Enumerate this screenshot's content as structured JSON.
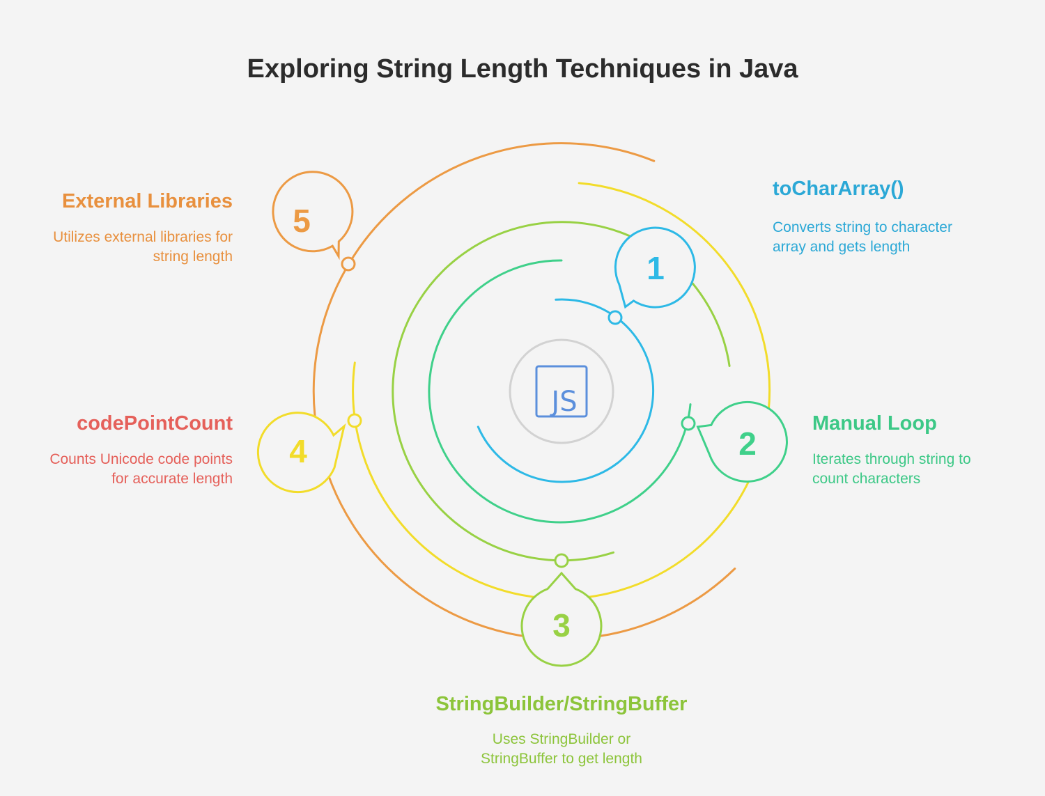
{
  "title": "Exploring String Length Techniques in Java",
  "center": {
    "icon": "javascript-file-icon",
    "icon_text": "JS"
  },
  "items": [
    {
      "number": "1",
      "title": "toCharArray()",
      "description": "Converts string to character array and gets length",
      "color": "#2db9e6",
      "text_color": "#2ba8d6"
    },
    {
      "number": "2",
      "title": "Manual Loop",
      "description": "Iterates through string to count characters",
      "color": "#3fd08a",
      "text_color": "#3cc886"
    },
    {
      "number": "3",
      "title": "StringBuilder/StringBuffer",
      "description": "Uses StringBuilder or StringBuffer to get length",
      "color": "#98d144",
      "text_color": "#8cc43a"
    },
    {
      "number": "4",
      "title": "codePointCount",
      "description": "Counts Unicode code points for accurate length",
      "color": "#f2dc2a",
      "text_color": "#e5605a"
    },
    {
      "number": "5",
      "title": "External Libraries",
      "description": "Utilizes external libraries for string length",
      "color": "#ec9a44",
      "text_color": "#e8903e"
    }
  ]
}
